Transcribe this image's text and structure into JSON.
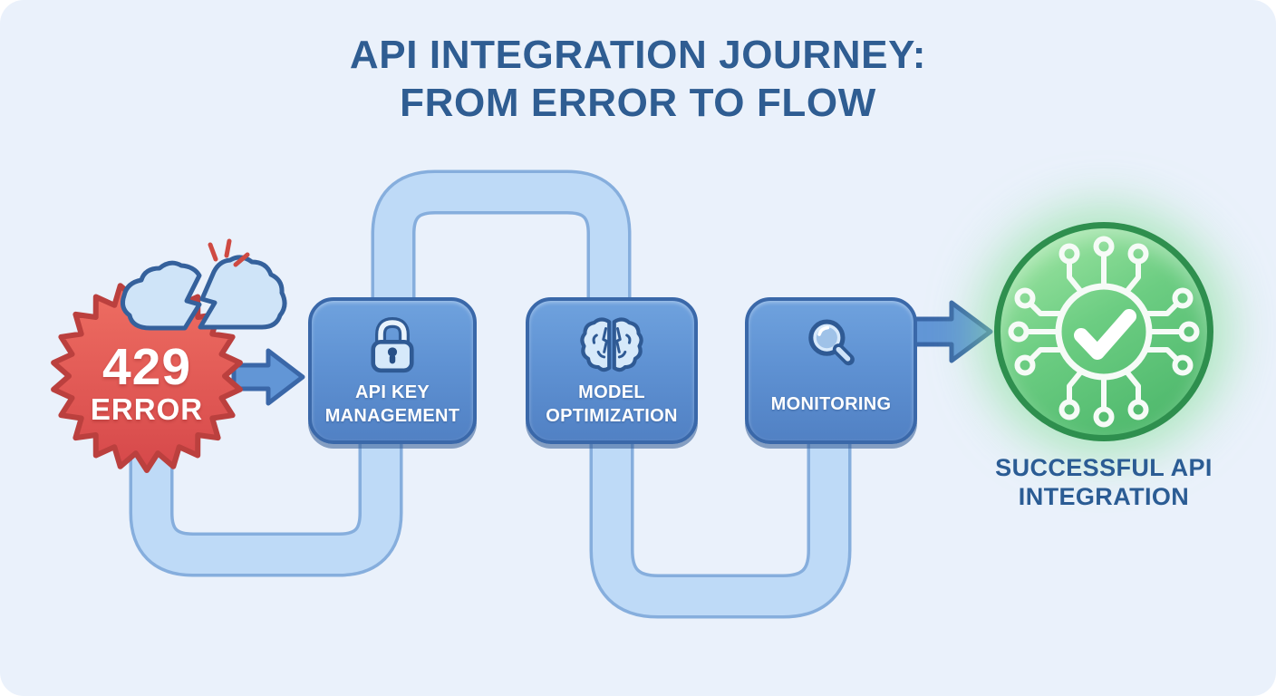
{
  "title": {
    "line1": "API INTEGRATION JOURNEY:",
    "line2": "FROM ERROR TO FLOW"
  },
  "error_badge": {
    "code": "429",
    "label": "ERROR",
    "icon": "broken-cloud-icon"
  },
  "steps": [
    {
      "label": "API KEY MANAGEMENT",
      "icon": "lock-icon"
    },
    {
      "label": "MODEL OPTIMIZATION",
      "icon": "brain-icon"
    },
    {
      "label": "MONITORING",
      "icon": "magnifier-icon"
    }
  ],
  "result": {
    "label": "SUCCESSFUL API INTEGRATION",
    "icon": "circuit-check-icon"
  },
  "colors": {
    "background": "#eaf1fb",
    "title_text": "#2f5d92",
    "box_fill": "#5f92d3",
    "box_border": "#3a68a9",
    "pipe_fill": "#bedaf7",
    "pipe_border": "#86aedd",
    "arrow_fill": "#6296d6",
    "badge_red": "#dd4f4a",
    "badge_border": "#bb403e",
    "success_green": "#47b367",
    "success_border": "#2e8f4e",
    "label_text": "#ffffff"
  }
}
